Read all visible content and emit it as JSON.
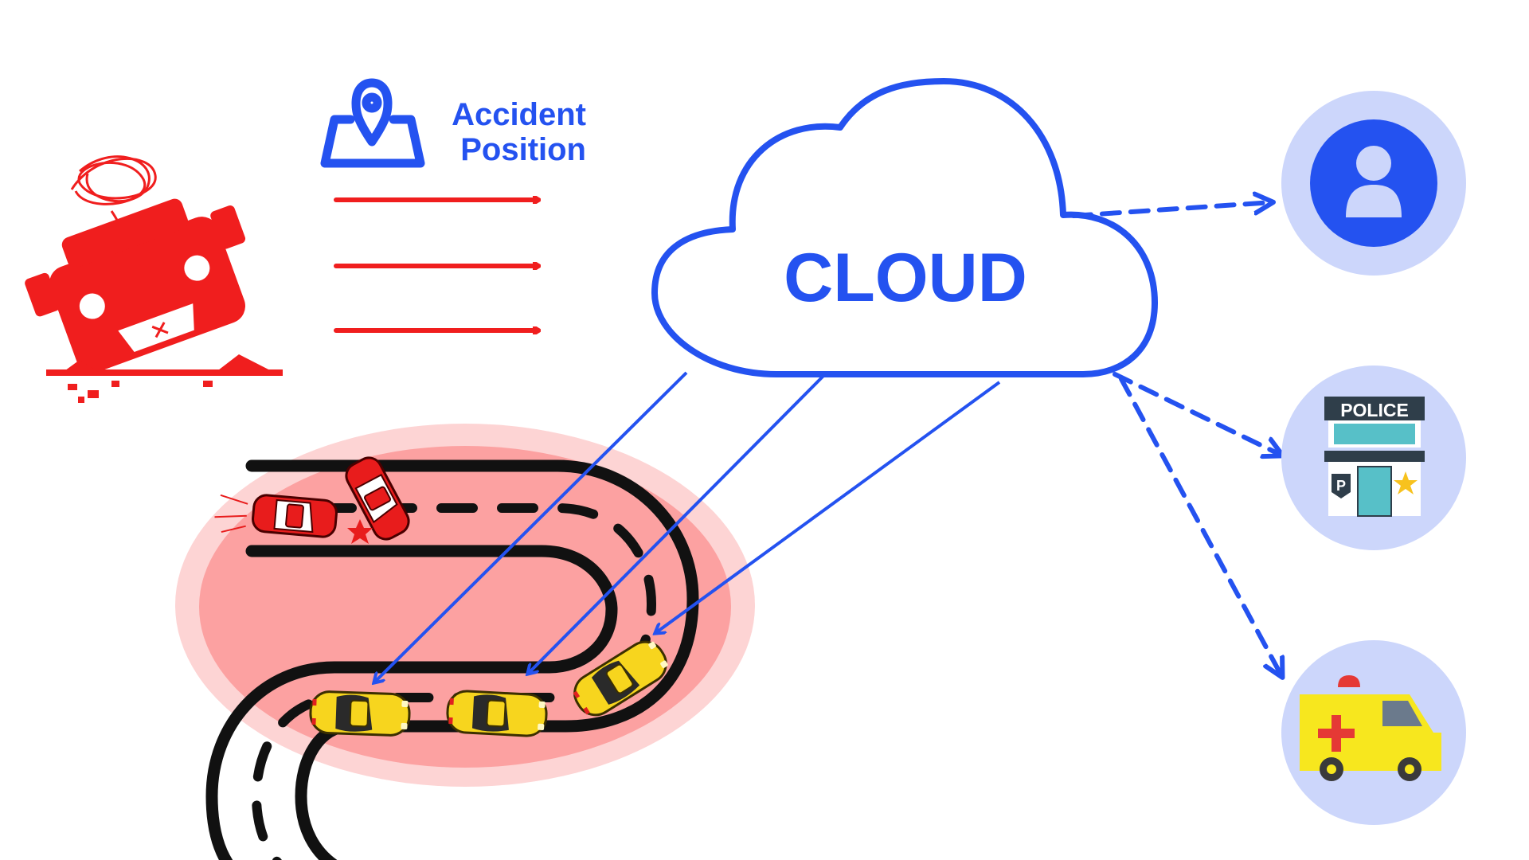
{
  "accident_label": {
    "line1": "Accident",
    "line2": "Position"
  },
  "cloud": {
    "label": "CLOUD"
  },
  "police": {
    "sign": "POLICE",
    "parking_letter": "P"
  },
  "recipients": [
    "user-icon",
    "police-station-icon",
    "ambulance-icon"
  ],
  "colors": {
    "accent_blue": "#2452f0",
    "alert_red": "#f01e1e",
    "zone_outer": "#fdd4d4",
    "zone_inner": "#fca1a1",
    "recipient_circle": "#ccd6fb",
    "road": "#111111",
    "taxi_yellow": "#f7d51e"
  }
}
